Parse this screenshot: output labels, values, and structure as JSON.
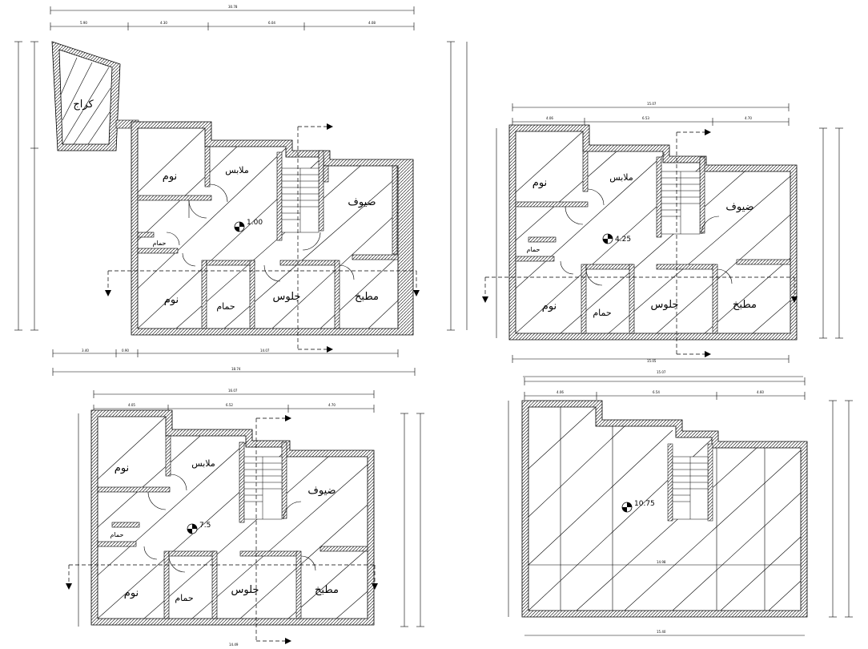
{
  "colors": {
    "line": "#000000",
    "background": "#ffffff",
    "wall_fill": "#ffffff"
  },
  "plans": [
    {
      "id": "plan-1",
      "level": "1.00",
      "rooms": [
        {
          "label": "كراج"
        },
        {
          "label": "نوم"
        },
        {
          "label": "ملابس"
        },
        {
          "label": "ضيوف"
        },
        {
          "label": "حمام"
        },
        {
          "label": "نوم"
        },
        {
          "label": "حمام"
        },
        {
          "label": "جلوس"
        },
        {
          "label": "مطبخ"
        }
      ]
    },
    {
      "id": "plan-2",
      "level": "4.25",
      "rooms": [
        {
          "label": "نوم"
        },
        {
          "label": "ملابس"
        },
        {
          "label": "ضيوف"
        },
        {
          "label": "حمام"
        },
        {
          "label": "نوم"
        },
        {
          "label": "حمام"
        },
        {
          "label": "جلوس"
        },
        {
          "label": "مطبخ"
        }
      ]
    },
    {
      "id": "plan-3",
      "level": "7.5",
      "rooms": [
        {
          "label": "نوم"
        },
        {
          "label": "ملابس"
        },
        {
          "label": "ضيوف"
        },
        {
          "label": "حمام"
        },
        {
          "label": "نوم"
        },
        {
          "label": "حمام"
        },
        {
          "label": "جلوس"
        },
        {
          "label": "مطبخ"
        }
      ]
    },
    {
      "id": "plan-4",
      "level": "10.75",
      "rooms": []
    }
  ]
}
